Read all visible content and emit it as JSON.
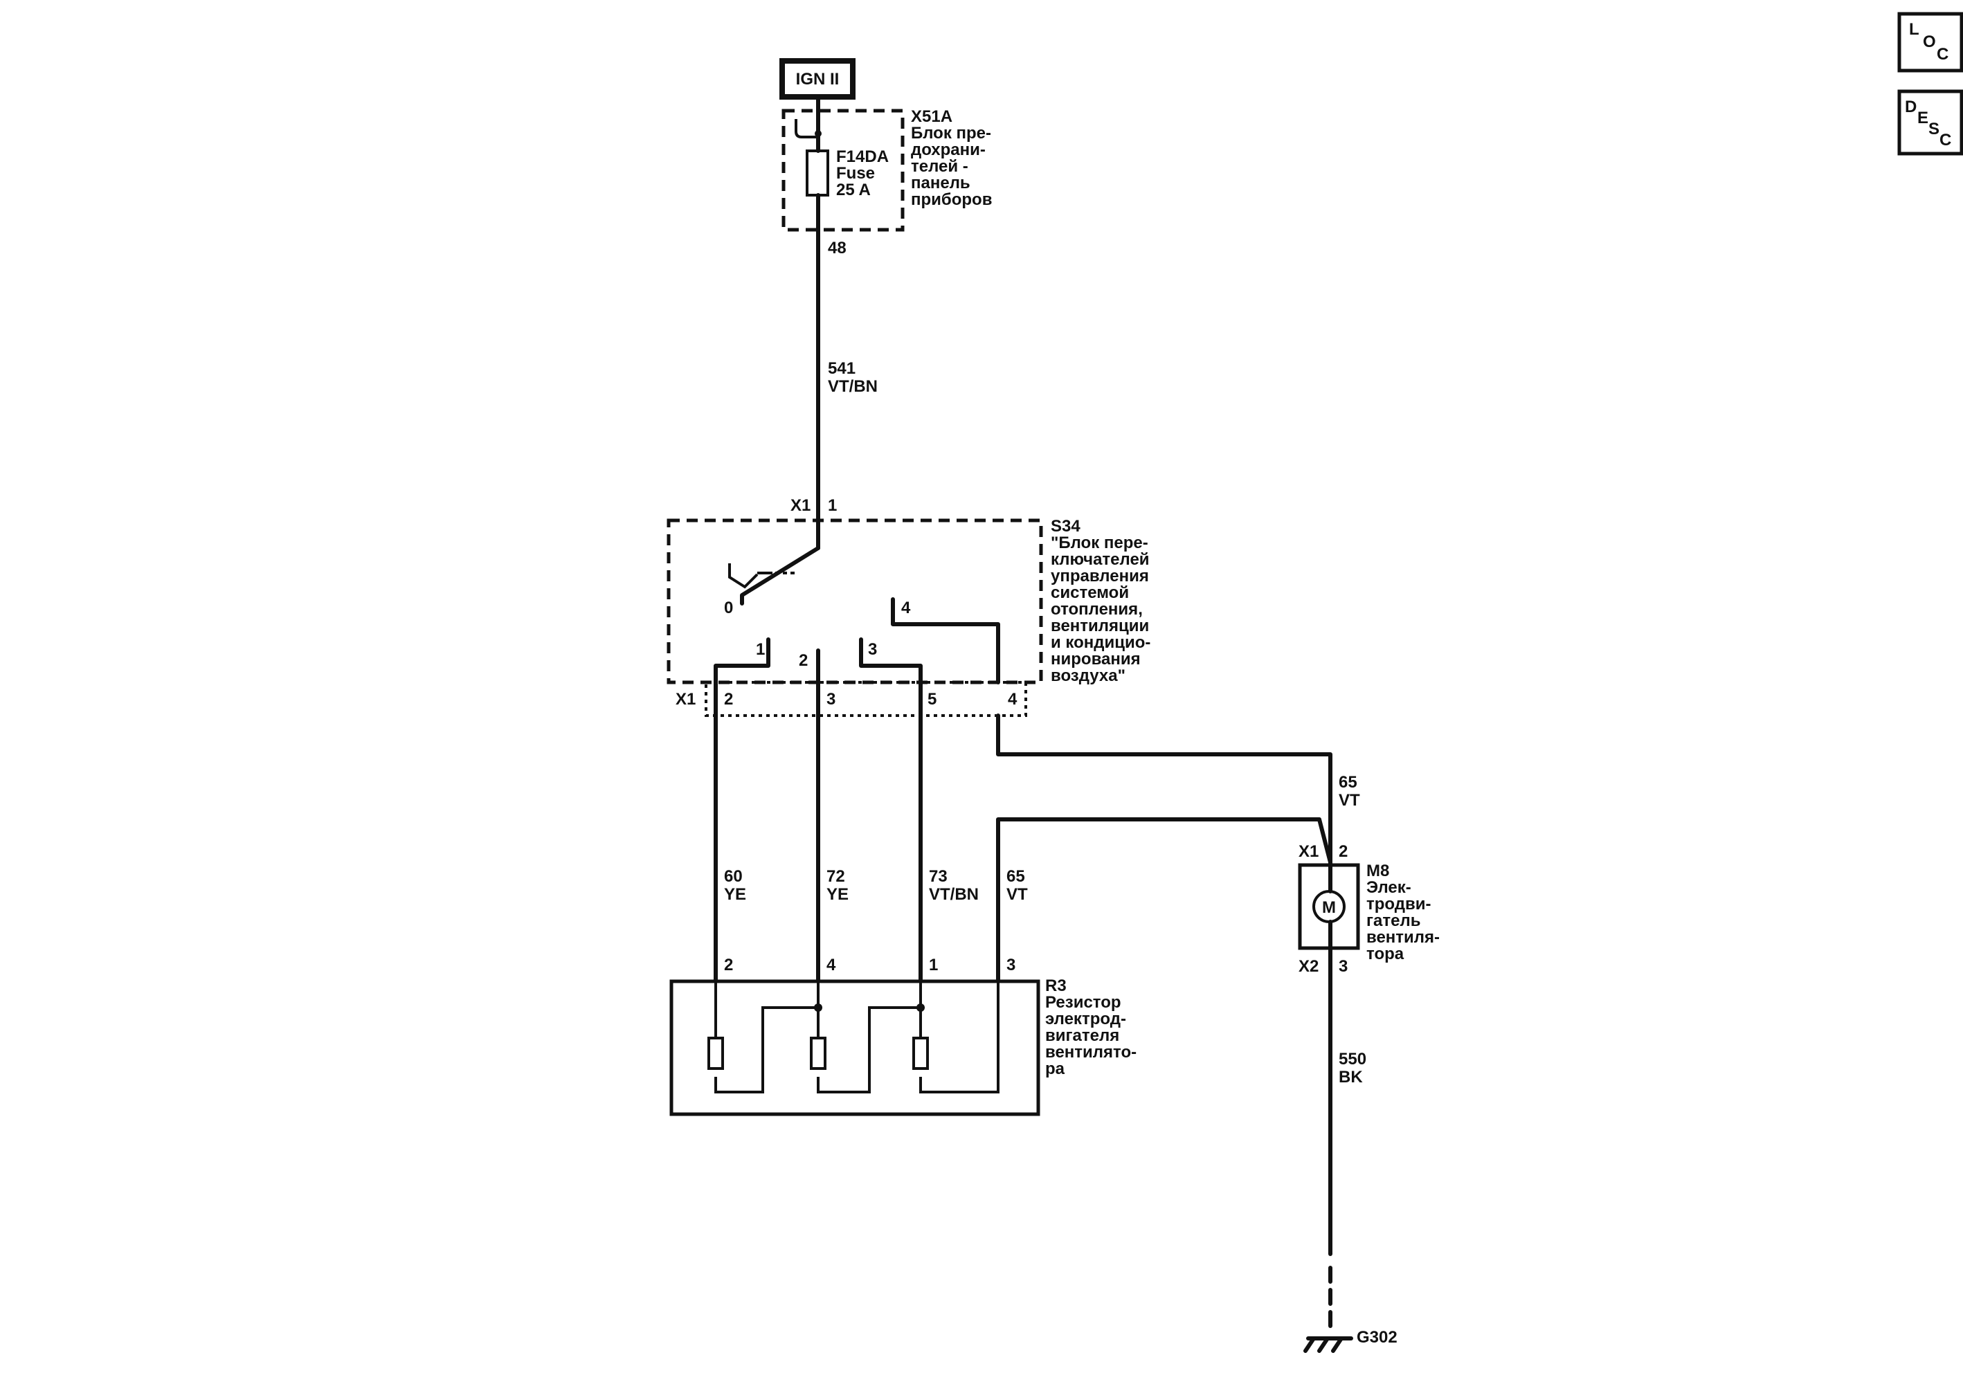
{
  "nav": {
    "loc_label": [
      "L",
      "O",
      "C"
    ],
    "desc_label": [
      "D",
      "E",
      "S",
      "C"
    ]
  },
  "power": {
    "label": "IGN II"
  },
  "fuse_block": {
    "id": "X51A",
    "name_lines": [
      "Блок пре-",
      "дохрани-",
      "телей -",
      "панель",
      "приборов"
    ],
    "fuse_lines": [
      "F14DA",
      "Fuse",
      "25 A"
    ],
    "pin": "48"
  },
  "wire_541": {
    "circuit": "541",
    "color": "VT/BN"
  },
  "switch": {
    "id": "S34",
    "name_lines": [
      "\"Блок пере-",
      "ключателей",
      "управления",
      "системой",
      "отопления,",
      "вентиляции",
      "и кондицио-",
      "нирования",
      "воздуха\""
    ],
    "top_connector": "X1",
    "top_pin": "1",
    "positions": [
      "0",
      "1",
      "2",
      "3",
      "4"
    ],
    "bottom_connector": "X1",
    "bottom_pins": [
      "2",
      "3",
      "5",
      "4"
    ]
  },
  "wires": [
    {
      "circuit": "60",
      "color": "YE"
    },
    {
      "circuit": "72",
      "color": "YE"
    },
    {
      "circuit": "73",
      "color": "VT/BN"
    },
    {
      "circuit": "65",
      "color": "VT"
    }
  ],
  "wire_65_motor": {
    "circuit": "65",
    "color": "VT"
  },
  "resistor": {
    "id": "R3",
    "name_lines": [
      "Резистор",
      "электрод-",
      "вигателя",
      "вентилято-",
      "ра"
    ],
    "pins": [
      "2",
      "4",
      "1",
      "3"
    ]
  },
  "motor": {
    "id": "M8",
    "symbol": "M",
    "name_lines": [
      "Элек-",
      "тродви-",
      "гатель",
      "вентиля-",
      "тора"
    ],
    "top_connector": "X1",
    "top_pin": "2",
    "bottom_connector": "X2",
    "bottom_pin": "3"
  },
  "wire_550": {
    "circuit": "550",
    "color": "BK"
  },
  "ground": {
    "id": "G302"
  }
}
